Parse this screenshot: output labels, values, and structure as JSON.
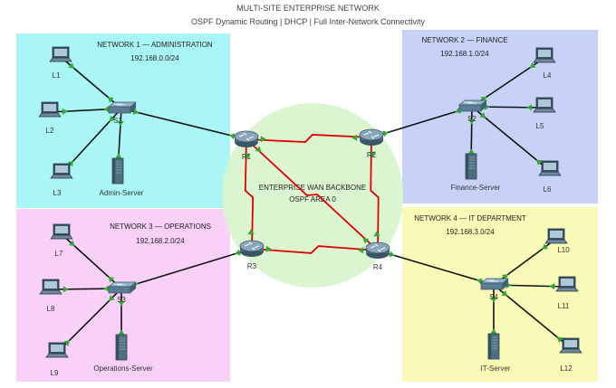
{
  "header": {
    "title": "MULTI-SITE ENTERPRISE NETWORK",
    "subtitle": "OSPF Dynamic Routing | DHCP | Full Inter-Network Connectivity"
  },
  "zones": [
    {
      "id": "n1",
      "title": "NETWORK 1 — ADMINISTRATION",
      "subnet": "192.168.0.0/24",
      "color": "#aaf6f6"
    },
    {
      "id": "n2",
      "title": "NETWORK 2 — FINANCE",
      "subnet": "192.168.1.0/24",
      "color": "#c8d2f8"
    },
    {
      "id": "n3",
      "title": "NETWORK 3 — OPERATIONS",
      "subnet": "192.168.2.0/24",
      "color": "#f8d0f8"
    },
    {
      "id": "n4",
      "title": "NETWORK 4 — IT DEPARTMENT",
      "subnet": "192.168.3.0/24",
      "color": "#fafab8"
    }
  ],
  "backbone": {
    "title": "ENTERPRISE WAN BACKBONE",
    "subtitle": "OSPF AREA 0",
    "color": "#d8f4cc"
  },
  "routers": [
    {
      "id": "R1",
      "label": "R1"
    },
    {
      "id": "R2",
      "label": "R2"
    },
    {
      "id": "R3",
      "label": "R3"
    },
    {
      "id": "R4",
      "label": "R4"
    }
  ],
  "switches": [
    {
      "id": "S1",
      "label": "S1"
    },
    {
      "id": "S2",
      "label": "S2"
    },
    {
      "id": "S3",
      "label": "S3"
    },
    {
      "id": "S4",
      "label": "S4"
    }
  ],
  "servers": [
    {
      "id": "srv1",
      "label": "Admin-Server"
    },
    {
      "id": "srv2",
      "label": "Finance-Server"
    },
    {
      "id": "srv3",
      "label": "Operations-Server"
    },
    {
      "id": "srv4",
      "label": "IT-Server"
    }
  ],
  "laptops": [
    {
      "id": "L1",
      "label": "L1"
    },
    {
      "id": "L2",
      "label": "L2"
    },
    {
      "id": "L3",
      "label": "L3"
    },
    {
      "id": "L4",
      "label": "L4"
    },
    {
      "id": "L5",
      "label": "L5"
    },
    {
      "id": "L6",
      "label": "L6"
    },
    {
      "id": "L7",
      "label": "L7"
    },
    {
      "id": "L8",
      "label": "L8"
    },
    {
      "id": "L9",
      "label": "L9"
    },
    {
      "id": "L10",
      "label": "L10"
    },
    {
      "id": "L11",
      "label": "L11"
    },
    {
      "id": "L12",
      "label": "L12"
    }
  ],
  "links": {
    "lan": [
      [
        "L1",
        "S1"
      ],
      [
        "L2",
        "S1"
      ],
      [
        "L3",
        "S1"
      ],
      [
        "srv1",
        "S1"
      ],
      [
        "S1",
        "R1"
      ],
      [
        "L4",
        "S2"
      ],
      [
        "L5",
        "S2"
      ],
      [
        "L6",
        "S2"
      ],
      [
        "srv2",
        "S2"
      ],
      [
        "S2",
        "R2"
      ],
      [
        "L7",
        "S3"
      ],
      [
        "L8",
        "S3"
      ],
      [
        "L9",
        "S3"
      ],
      [
        "srv3",
        "S3"
      ],
      [
        "S3",
        "R3"
      ],
      [
        "L10",
        "S4"
      ],
      [
        "L11",
        "S4"
      ],
      [
        "L12",
        "S4"
      ],
      [
        "srv4",
        "S4"
      ],
      [
        "S4",
        "R4"
      ]
    ],
    "wan": [
      [
        "R1",
        "R2"
      ],
      [
        "R1",
        "R3"
      ],
      [
        "R3",
        "R4"
      ],
      [
        "R2",
        "R4"
      ],
      [
        "R1",
        "R4"
      ]
    ]
  },
  "colors": {
    "lan_link": "#111111",
    "wan_link": "#e00000",
    "link_light": "#33aa33"
  }
}
